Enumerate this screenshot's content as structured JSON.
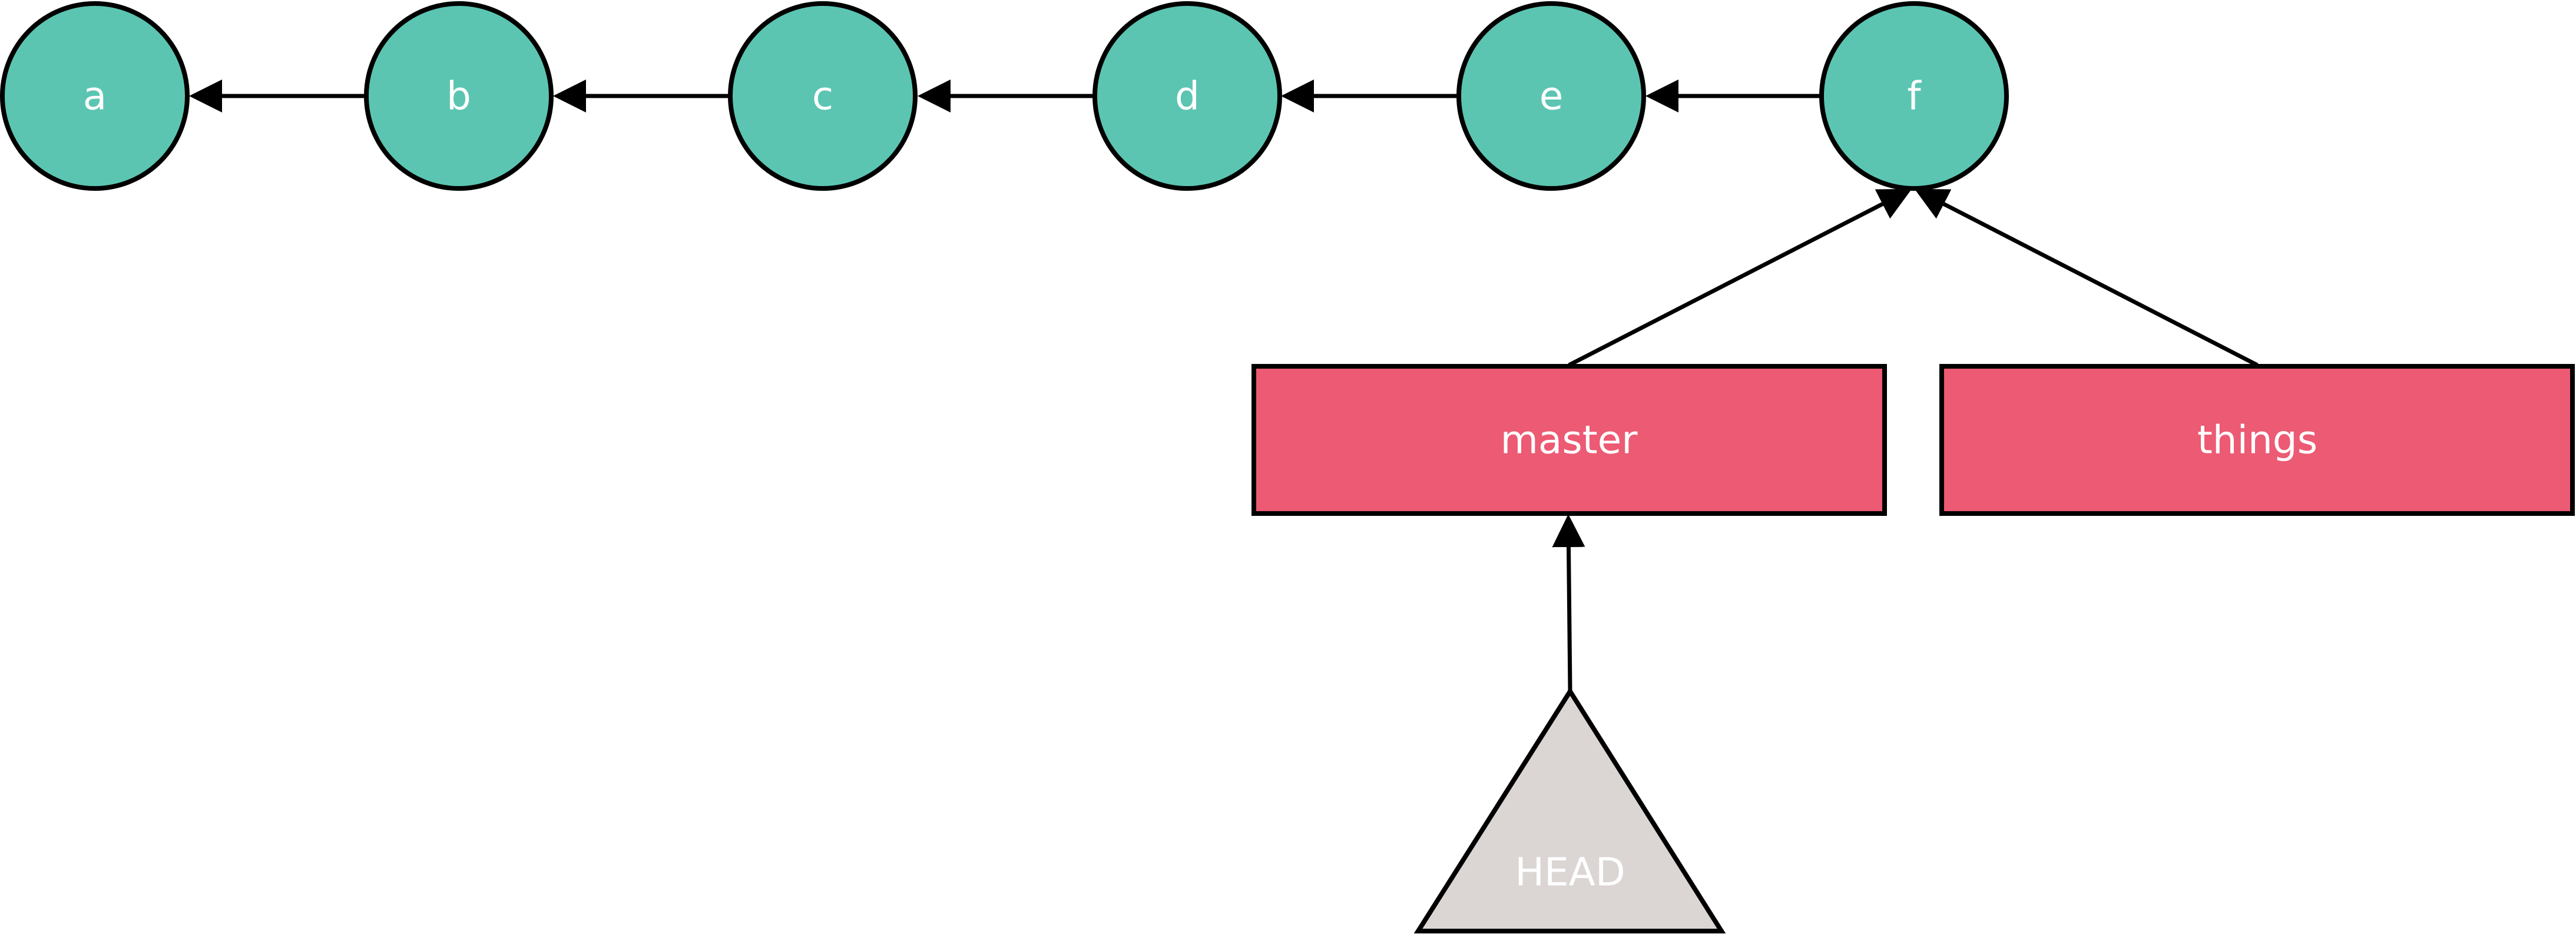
{
  "commits": [
    {
      "id": "a",
      "label": "a"
    },
    {
      "id": "b",
      "label": "b"
    },
    {
      "id": "c",
      "label": "c"
    },
    {
      "id": "d",
      "label": "d"
    },
    {
      "id": "e",
      "label": "e"
    },
    {
      "id": "f",
      "label": "f"
    }
  ],
  "branches": [
    {
      "id": "master",
      "label": "master",
      "points_to": "f"
    },
    {
      "id": "things",
      "label": "things",
      "points_to": "f"
    }
  ],
  "head": {
    "label": "HEAD",
    "points_to": "master"
  },
  "colors": {
    "commit_fill": "#5bc5b2",
    "branch_fill": "#ec5a73",
    "head_fill": "#dbd6d4",
    "stroke": "#000000",
    "label_text": "#ffffff"
  }
}
